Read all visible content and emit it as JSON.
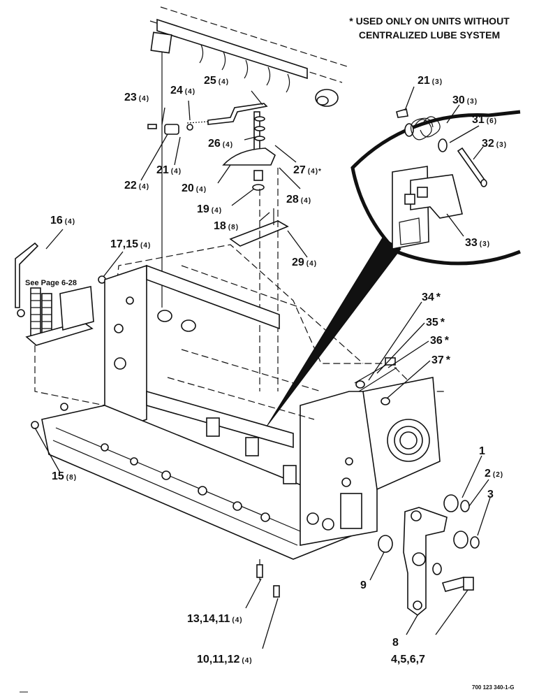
{
  "note": {
    "line1": "* USED ONLY ON UNITS WITHOUT",
    "line2": "CENTRALIZED LUBE SYSTEM"
  },
  "reference": "See Page 6-28",
  "drawing_number": "700 123 340-1-G",
  "callouts": [
    {
      "id": "c25",
      "label": "25",
      "qty": "(4)"
    },
    {
      "id": "c23",
      "label": "23",
      "qty": "(4)"
    },
    {
      "id": "c24",
      "label": "24",
      "qty": "(4)"
    },
    {
      "id": "c26",
      "label": "26",
      "qty": "(4)"
    },
    {
      "id": "c27",
      "label": "27",
      "qty": "(4)*"
    },
    {
      "id": "c21a",
      "label": "21",
      "qty": "(4)"
    },
    {
      "id": "c22",
      "label": "22",
      "qty": "(4)"
    },
    {
      "id": "c20",
      "label": "20",
      "qty": "(4)"
    },
    {
      "id": "c28",
      "label": "28",
      "qty": "(4)"
    },
    {
      "id": "c19",
      "label": "19",
      "qty": "(4)"
    },
    {
      "id": "c18",
      "label": "18",
      "qty": "(8)"
    },
    {
      "id": "c29",
      "label": "29",
      "qty": "(4)"
    },
    {
      "id": "c16",
      "label": "16",
      "qty": "(4)"
    },
    {
      "id": "c17",
      "label": "17,15",
      "qty": "(4)"
    },
    {
      "id": "c21b",
      "label": "21",
      "qty": "(3)"
    },
    {
      "id": "c30",
      "label": "30",
      "qty": "(3)"
    },
    {
      "id": "c31",
      "label": "31",
      "qty": "(6)"
    },
    {
      "id": "c32",
      "label": "32",
      "qty": "(3)"
    },
    {
      "id": "c33",
      "label": "33",
      "qty": "(3)"
    },
    {
      "id": "c34",
      "label": "34",
      "qty": "*"
    },
    {
      "id": "c35",
      "label": "35",
      "qty": "*"
    },
    {
      "id": "c36",
      "label": "36",
      "qty": "*"
    },
    {
      "id": "c37",
      "label": "37",
      "qty": "*"
    },
    {
      "id": "c15",
      "label": "15",
      "qty": "(8)"
    },
    {
      "id": "c1",
      "label": "1",
      "qty": ""
    },
    {
      "id": "c2",
      "label": "2",
      "qty": "(2)"
    },
    {
      "id": "c3",
      "label": "3",
      "qty": ""
    },
    {
      "id": "c9",
      "label": "9",
      "qty": ""
    },
    {
      "id": "c8",
      "label": "8",
      "qty": ""
    },
    {
      "id": "c4",
      "label": "4,5,6,7",
      "qty": ""
    },
    {
      "id": "c13",
      "label": "13,14,11",
      "qty": "(4)"
    },
    {
      "id": "c10",
      "label": "10,11,12",
      "qty": "(4)"
    }
  ]
}
